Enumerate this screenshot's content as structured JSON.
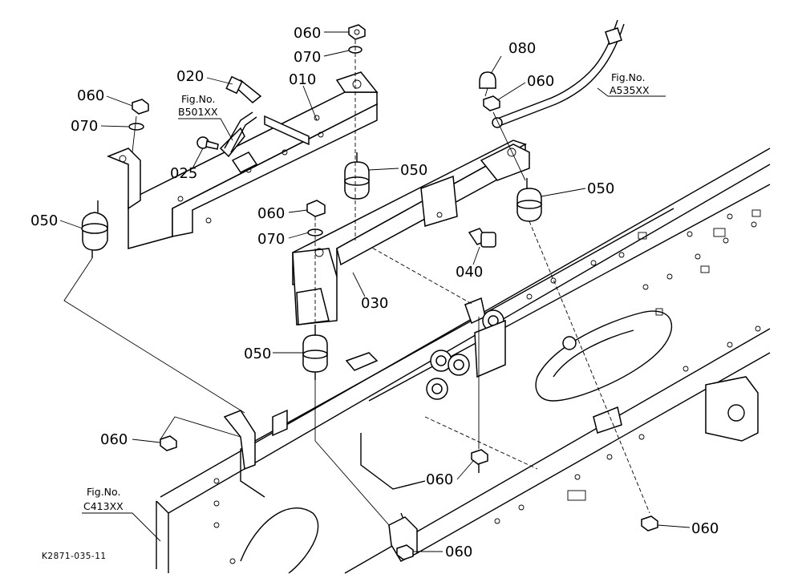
{
  "diagram": {
    "drawing_code": "K2871-035-11",
    "part_labels": [
      {
        "id": "l060a",
        "text": "060"
      },
      {
        "id": "l070a",
        "text": "070"
      },
      {
        "id": "l020",
        "text": "020"
      },
      {
        "id": "l010",
        "text": "010"
      },
      {
        "id": "l060b",
        "text": "060"
      },
      {
        "id": "l070b",
        "text": "070"
      },
      {
        "id": "l025",
        "text": "025"
      },
      {
        "id": "l050a",
        "text": "050"
      },
      {
        "id": "l050b",
        "text": "050"
      },
      {
        "id": "l060c",
        "text": "060"
      },
      {
        "id": "l070c",
        "text": "070"
      },
      {
        "id": "l040",
        "text": "040"
      },
      {
        "id": "l030",
        "text": "030"
      },
      {
        "id": "l080",
        "text": "080"
      },
      {
        "id": "l060d",
        "text": "060"
      },
      {
        "id": "l050c",
        "text": "050"
      },
      {
        "id": "l050d",
        "text": "050"
      },
      {
        "id": "l060e",
        "text": "060"
      },
      {
        "id": "l060f",
        "text": "060"
      },
      {
        "id": "l060g",
        "text": "060"
      },
      {
        "id": "l060h",
        "text": "060"
      }
    ],
    "fig_refs": [
      {
        "id": "r1",
        "line1": "Fig.No.",
        "line2": "B501XX"
      },
      {
        "id": "r2",
        "line1": "Fig.No.",
        "line2": "A535XX"
      },
      {
        "id": "r3",
        "line1": "Fig.No.",
        "line2": "C413XX"
      }
    ]
  }
}
